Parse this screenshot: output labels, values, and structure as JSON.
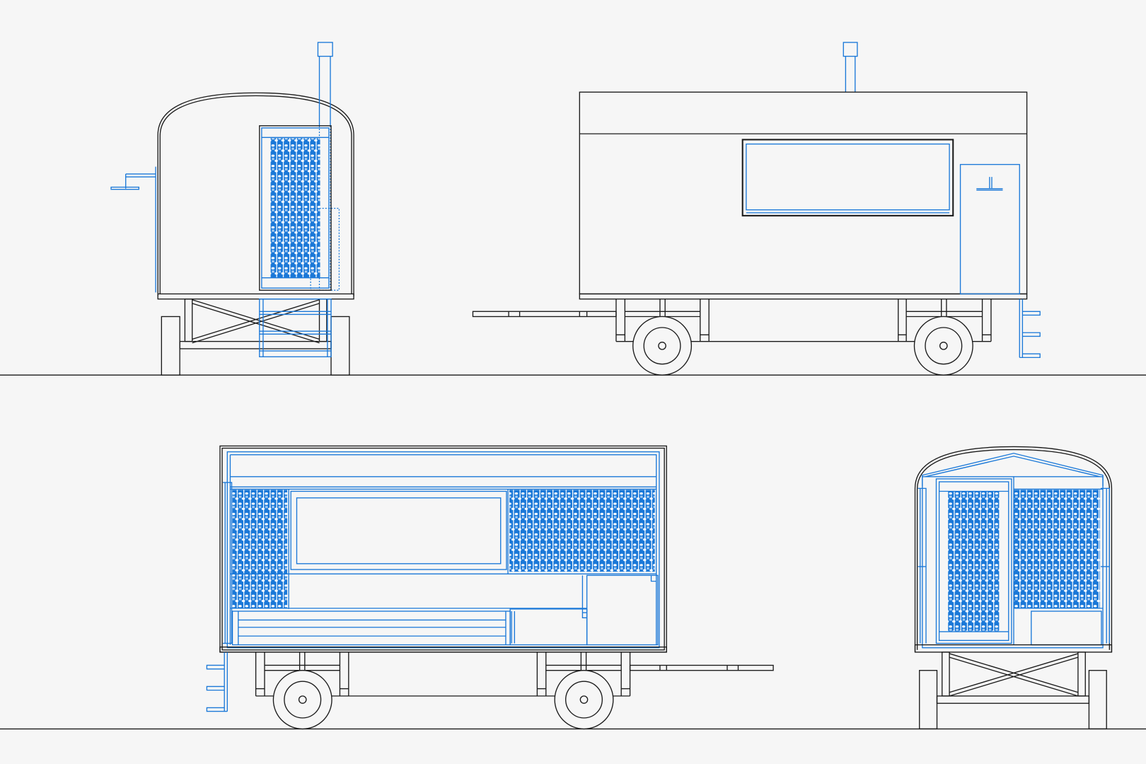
{
  "colors": {
    "background": "#f6f6f6",
    "structure_line": "#1a1a1a",
    "interior_line": "#1a78d8"
  },
  "views": [
    {
      "id": "end-elevation"
    },
    {
      "id": "side-elevation"
    },
    {
      "id": "side-section"
    },
    {
      "id": "end-section"
    }
  ]
}
